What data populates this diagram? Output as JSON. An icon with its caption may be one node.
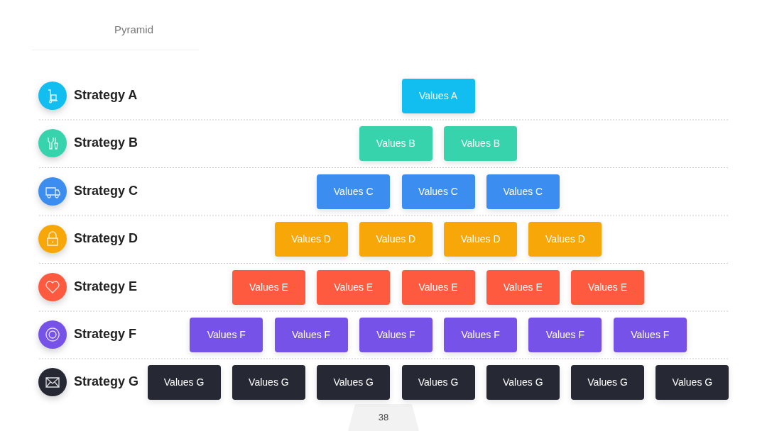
{
  "diagram": {
    "title": "Pyramid",
    "nodes": [
      {
        "text": [
          "Values A"
        ]
      },
      {
        "text": [
          "Values B"
        ]
      },
      {
        "text": [
          "Values B"
        ]
      },
      {
        "text": [
          "Values C"
        ]
      },
      {
        "text": [
          "Values C"
        ]
      },
      {
        "text": [
          "Values C"
        ]
      },
      {
        "text": [
          "Values D"
        ]
      },
      {
        "text": [
          "Values D"
        ]
      },
      {
        "text": [
          "Values D"
        ]
      },
      {
        "text": [
          "Values D"
        ]
      },
      {
        "text": [
          "Values E"
        ]
      },
      {
        "text": [
          "Values E"
        ]
      },
      {
        "text": [
          "Values E"
        ]
      },
      {
        "text": [
          "Values E"
        ]
      },
      {
        "text": [
          "Values E"
        ]
      },
      {
        "text": [
          "Values F"
        ]
      },
      {
        "text": [
          "Values F"
        ]
      },
      {
        "text": [
          "Values F"
        ]
      },
      {
        "text": [
          "Values F"
        ]
      },
      {
        "text": [
          "Values F"
        ]
      },
      {
        "text": [
          "Values F"
        ]
      },
      {
        "text": [
          "Values G"
        ]
      },
      {
        "text": [
          "Values G"
        ]
      },
      {
        "text": [
          "Values G"
        ]
      },
      {
        "text": [
          "Values G"
        ]
      },
      {
        "text": [
          "Values G"
        ]
      },
      {
        "text": [
          "Values G"
        ]
      },
      {
        "text": [
          "Values G"
        ]
      }
    ],
    "edges": [],
    "labels": [
      "Strategy A",
      "Strategy B",
      "Strategy C",
      "Strategy D",
      "Strategy E",
      "Strategy F",
      "Strategy G",
      "38"
    ]
  }
}
